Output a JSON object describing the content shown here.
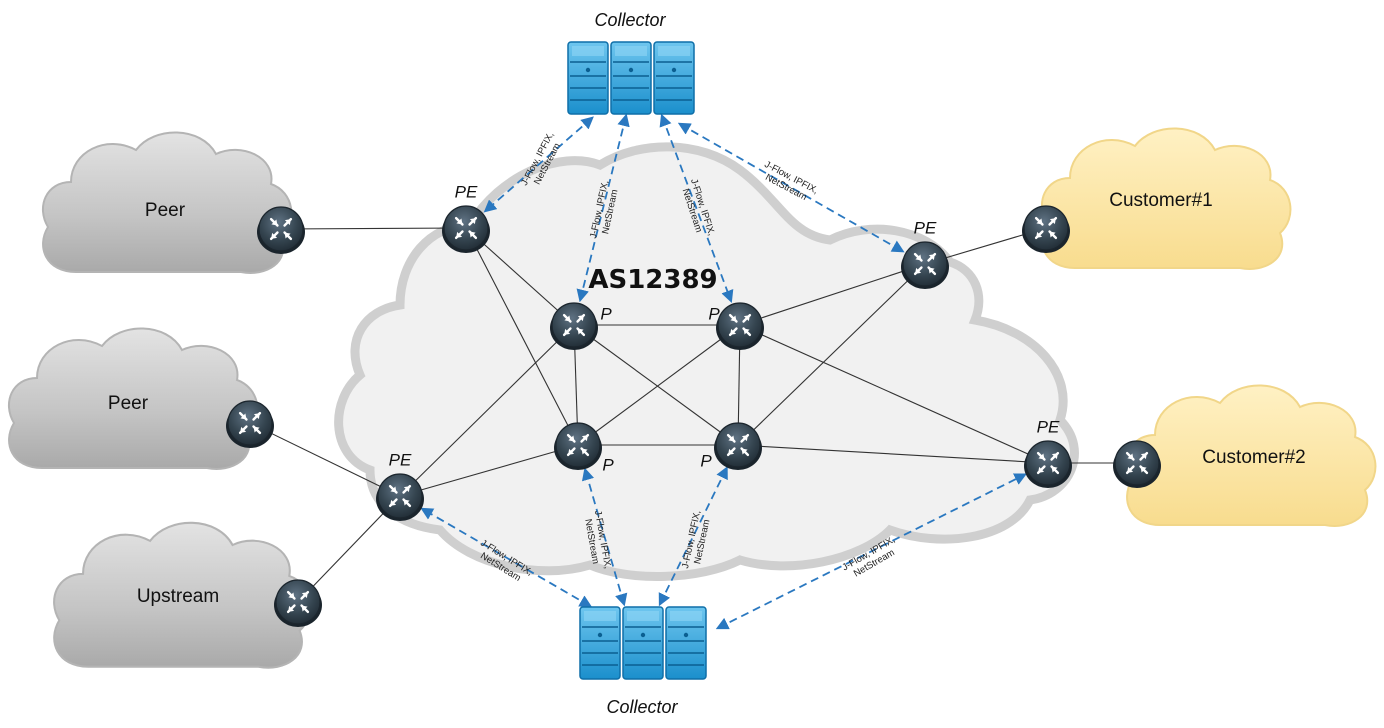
{
  "as_label": "AS12389",
  "external_clouds": [
    {
      "id": "peer1",
      "label": "Peer",
      "kind": "gray"
    },
    {
      "id": "peer2",
      "label": "Peer",
      "kind": "gray"
    },
    {
      "id": "upstream",
      "label": "Upstream",
      "kind": "gray"
    },
    {
      "id": "customer1",
      "label": "Customer#1",
      "kind": "yellow"
    },
    {
      "id": "customer2",
      "label": "Customer#2",
      "kind": "yellow"
    }
  ],
  "routers": [
    {
      "id": "pe1",
      "label": "PE"
    },
    {
      "id": "pe2",
      "label": "PE"
    },
    {
      "id": "pe3",
      "label": "PE"
    },
    {
      "id": "pe4",
      "label": "PE"
    },
    {
      "id": "p1",
      "label": "P"
    },
    {
      "id": "p2",
      "label": "P"
    },
    {
      "id": "p3",
      "label": "P"
    },
    {
      "id": "p4",
      "label": "P"
    },
    {
      "id": "ext-peer1",
      "label": ""
    },
    {
      "id": "ext-peer2",
      "label": ""
    },
    {
      "id": "ext-upstream",
      "label": ""
    },
    {
      "id": "ext-customer1",
      "label": ""
    },
    {
      "id": "ext-customer2",
      "label": ""
    }
  ],
  "links": [
    [
      "ext-peer1",
      "pe1"
    ],
    [
      "ext-peer2",
      "pe2"
    ],
    [
      "ext-upstream",
      "pe2"
    ],
    [
      "ext-customer1",
      "pe3"
    ],
    [
      "ext-customer2",
      "pe4"
    ],
    [
      "pe1",
      "p1"
    ],
    [
      "pe1",
      "p3"
    ],
    [
      "p1",
      "p2"
    ],
    [
      "p1",
      "p3"
    ],
    [
      "p1",
      "p4"
    ],
    [
      "p1",
      "pe2"
    ],
    [
      "p2",
      "p3"
    ],
    [
      "p2",
      "p4"
    ],
    [
      "p2",
      "pe3"
    ],
    [
      "p2",
      "pe4"
    ],
    [
      "p3",
      "p4"
    ],
    [
      "p3",
      "pe2"
    ],
    [
      "p4",
      "pe3"
    ],
    [
      "p4",
      "pe4"
    ]
  ],
  "collectors": [
    {
      "id": "collector-top",
      "label": "Collector"
    },
    {
      "id": "collector-bottom",
      "label": "Collector"
    }
  ],
  "flow_label": [
    "J-Flow, IPFIX,",
    "NetStream"
  ],
  "flow_links": [
    {
      "collector": "collector-top",
      "router": "pe1"
    },
    {
      "collector": "collector-top",
      "router": "p1"
    },
    {
      "collector": "collector-top",
      "router": "p2"
    },
    {
      "collector": "collector-top",
      "router": "pe3"
    },
    {
      "collector": "collector-bottom",
      "router": "pe2"
    },
    {
      "collector": "collector-bottom",
      "router": "p3"
    },
    {
      "collector": "collector-bottom",
      "router": "p4"
    },
    {
      "collector": "collector-bottom",
      "router": "pe4"
    }
  ],
  "colors": {
    "link": "#333333",
    "flow": "#2a78c0",
    "router_body": "#2f3f4b",
    "collector": "#2a9fd8",
    "cloud_gray": "#c9c9c9",
    "cloud_yellow": "#fbe5a6",
    "as_cloud": "#f1f1f1"
  }
}
